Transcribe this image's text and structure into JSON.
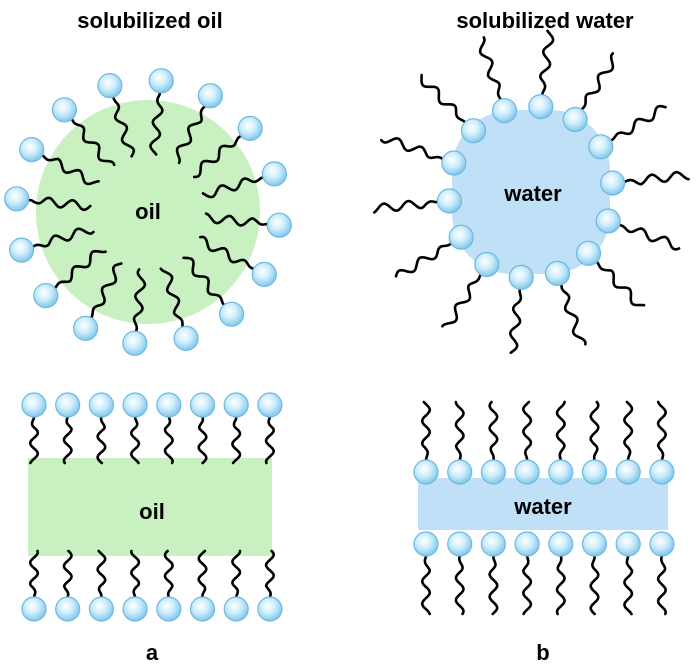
{
  "colors": {
    "oil": "#c9f0c0",
    "water": "#bfe0f7",
    "head_edge": "#6fb9e0",
    "head_center": "#ffffff",
    "head_mid": "#cfeefc",
    "tail": "#000000"
  },
  "panels": [
    {
      "title": "solubilized oil",
      "label": "a",
      "micelle_core_label": "oil",
      "bilayer_core_label": "oil",
      "type": "normal"
    },
    {
      "title": "solubilized water",
      "label": "b",
      "micelle_core_label": "water",
      "bilayer_core_label": "water",
      "type": "reverse"
    }
  ],
  "icons": {
    "head_group": "surfactant-head-sphere",
    "tail": "hydrocarbon-tail-wavy"
  }
}
